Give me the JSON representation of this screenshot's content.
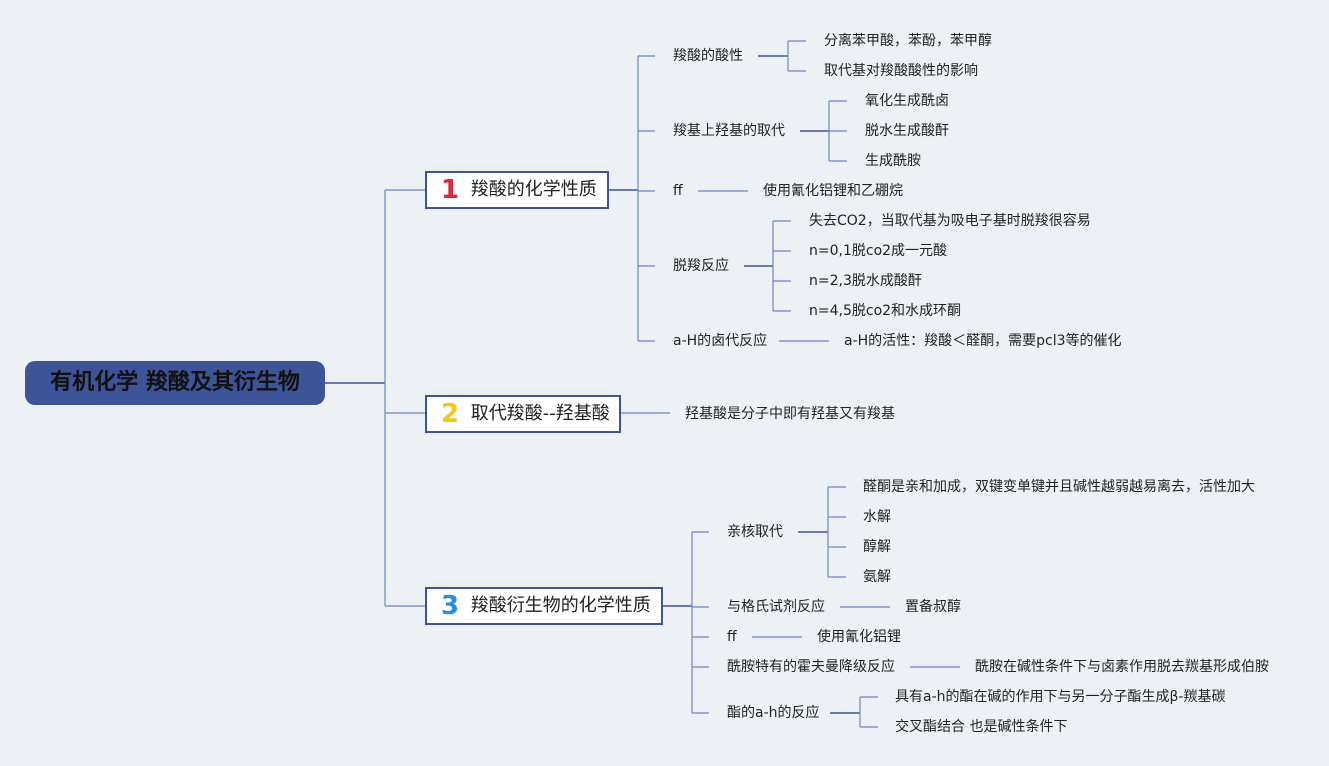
{
  "root": {
    "label": "有机化学 羧酸及其衍生物"
  },
  "branches": [
    {
      "num": "1",
      "num_color": "#e0283a",
      "label": "羧酸的化学性质",
      "children": [
        {
          "label": "羧酸的酸性",
          "children": [
            "分离苯甲酸，苯酚，苯甲醇",
            "取代基对羧酸酸性的影响"
          ]
        },
        {
          "label": "羧基上羟基的取代",
          "children": [
            "氧化生成酰卤",
            "脱水生成酸酐",
            "生成酰胺"
          ]
        },
        {
          "label": "ff",
          "children": [
            "使用氰化铝锂和乙硼烷"
          ]
        },
        {
          "label": "脱羧反应",
          "children": [
            "失去CO2，当取代基为吸电子基时脱羧很容易",
            "n=0,1脱co2成一元酸",
            "n=2,3脱水成酸酐",
            "n=4,5脱co2和水成环酮"
          ]
        },
        {
          "label": "a-H的卤代反应",
          "children": [
            "a-H的活性：羧酸＜醛酮，需要pcl3等的催化"
          ]
        }
      ]
    },
    {
      "num": "2",
      "num_color": "#f5c518",
      "label": "取代羧酸--羟基酸",
      "children": [
        {
          "label": "羟基酸是分子中即有羟基又有羧基",
          "children": []
        }
      ]
    },
    {
      "num": "3",
      "num_color": "#2a8fd6",
      "label": "羧酸衍生物的化学性质",
      "children": [
        {
          "label": "亲核取代",
          "children": [
            "醛酮是亲和加成，双键变单键并且碱性越弱越易离去，活性加大",
            "水解",
            "醇解",
            "氨解"
          ]
        },
        {
          "label": "与格氏试剂反应",
          "children": [
            "置备叔醇"
          ]
        },
        {
          "label": "ff",
          "children": [
            "使用氰化铝锂"
          ]
        },
        {
          "label": "酰胺特有的霍夫曼降级反应",
          "children": [
            "酰胺在碱性条件下与卤素作用脱去羰基形成伯胺"
          ]
        },
        {
          "label": "酯的a-h的反应",
          "children": [
            "具有a-h的酯在碱的作用下与另一分子酯生成β-羰基碳",
            "交叉酯结合 也是碱性条件下"
          ]
        }
      ]
    }
  ],
  "colors": {
    "line": "#6d84c4",
    "line_dark": "#3e5498",
    "root_bg": "#3e5498"
  }
}
